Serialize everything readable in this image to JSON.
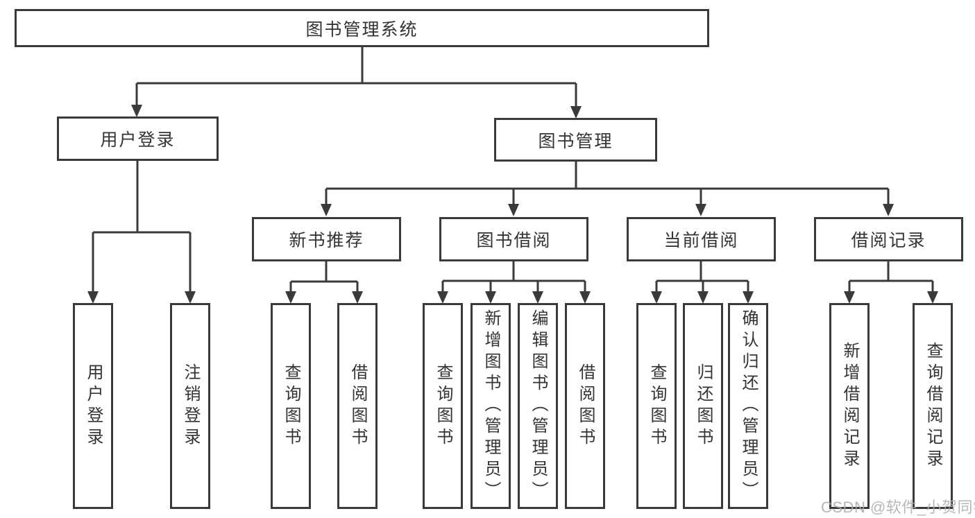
{
  "tree": {
    "root": {
      "label": "图书管理系统"
    },
    "user_login": {
      "label": "用户登录",
      "children": [
        {
          "label": "用户登录"
        },
        {
          "label": "注销登录"
        }
      ]
    },
    "book_management": {
      "label": "图书管理",
      "sections": [
        {
          "label": "新书推荐",
          "children": [
            {
              "label": "查询图书"
            },
            {
              "label": "借阅图书"
            }
          ]
        },
        {
          "label": "图书借阅",
          "children": [
            {
              "label": "查询图书"
            },
            {
              "label": "新增图书（管理员）"
            },
            {
              "label": "编辑图书（管理员）"
            },
            {
              "label": "借阅图书"
            }
          ]
        },
        {
          "label": "当前借阅",
          "children": [
            {
              "label": "查询图书"
            },
            {
              "label": "归还图书"
            },
            {
              "label": "确认归还（管理员）"
            }
          ]
        },
        {
          "label": "借阅记录",
          "children": [
            {
              "label": "新增借阅记录"
            },
            {
              "label": "查询借阅记录"
            }
          ]
        }
      ]
    }
  },
  "watermark": "CSDN @软件_小贺同学",
  "colors": {
    "line": "#3a3a3a",
    "text": "#333333",
    "background": "#ffffff",
    "watermark": "#ababab"
  }
}
